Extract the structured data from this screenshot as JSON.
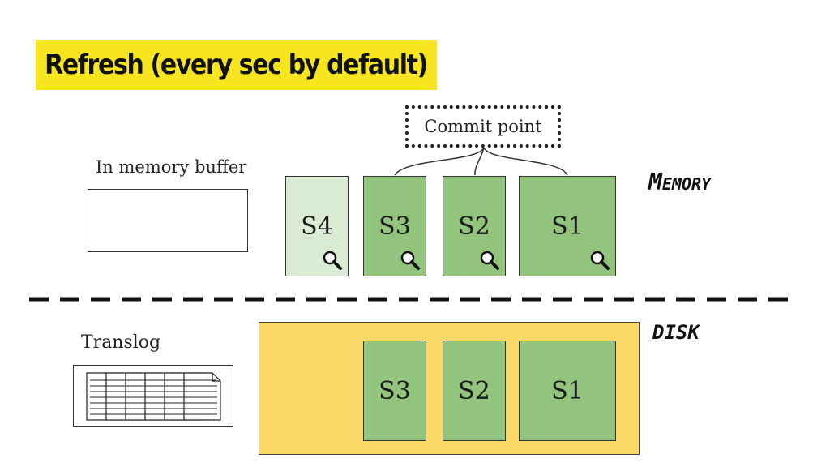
{
  "title": "Refresh (every sec by default)",
  "commit_point": "Commit point",
  "buffer_label": "In memory buffer",
  "translog_label": "Translog",
  "memory_label": "Memory",
  "disk_label": "DISK",
  "memory_segments": [
    {
      "label": "S4",
      "searchable": true,
      "committed": false
    },
    {
      "label": "S3",
      "searchable": true,
      "committed": true
    },
    {
      "label": "S2",
      "searchable": true,
      "committed": true
    },
    {
      "label": "S1",
      "searchable": true,
      "committed": true
    }
  ],
  "disk_segments": [
    {
      "label": "S3"
    },
    {
      "label": "S2"
    },
    {
      "label": "S1"
    }
  ],
  "colors": {
    "title_bg": "#f7e51f",
    "segment_committed": "#93c47d",
    "segment_uncommitted": "#d9ebd3",
    "disk_bg": "#fcd869"
  }
}
